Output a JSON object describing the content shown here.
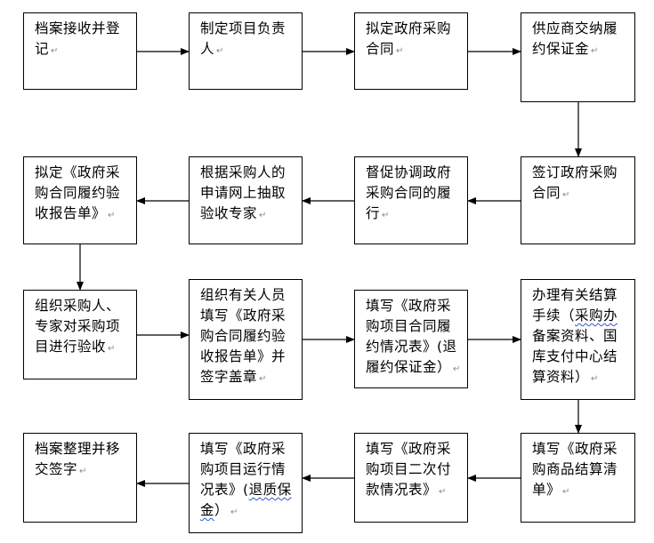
{
  "steps": [
    {
      "id": "s1",
      "text": "档案接收并登\n记",
      "wavy": ""
    },
    {
      "id": "s2",
      "text": "制定项目负责\n人",
      "wavy": ""
    },
    {
      "id": "s3",
      "text": "拟定政府采购\n合同",
      "wavy": ""
    },
    {
      "id": "s4",
      "text": "供应商交纳履\n约保证金",
      "wavy": ""
    },
    {
      "id": "s5",
      "text": "签订政府采购\n合同",
      "wavy": ""
    },
    {
      "id": "s6",
      "text": "督促协调政府\n采购合同的履\n行",
      "wavy": ""
    },
    {
      "id": "s7",
      "text": "根据采购人的\n申请网上抽取\n验收专家",
      "wavy": ""
    },
    {
      "id": "s8",
      "text": "拟定《政府采\n购合同履约验\n收报告单》",
      "wavy": ""
    },
    {
      "id": "s9",
      "text": "组织采购人、\n专家对采购项\n目进行验收",
      "wavy": ""
    },
    {
      "id": "s10",
      "text": "组织有关人员\n填写《政府采\n购合同履约验\n收报告单》并\n签字盖章",
      "wavy": ""
    },
    {
      "id": "s11",
      "text": "填写《政府采\n购项目合同履\n约情况表》(退\n履约保证金）",
      "wavy": ""
    },
    {
      "id": "s12",
      "text": "办理有关结算\n手续（",
      "wavy": "采购办",
      "after": "\n备案资料、国\n库支付中心结\n算资料）"
    },
    {
      "id": "s13",
      "text": "填写《政府采\n购商品结算清\n单》",
      "wavy": ""
    },
    {
      "id": "s14",
      "text": "填写《政府采\n购项目二次付\n款情况表》",
      "wavy": ""
    },
    {
      "id": "s15",
      "text": "填写《政府采\n购项目运行情\n况表》(",
      "wavy": "退质保",
      "after": "\n",
      "wavy2": "金",
      "after2": "）"
    },
    {
      "id": "s16",
      "text": "档案整理并移\n交签字",
      "wavy": ""
    }
  ],
  "paragraph_mark": "↵",
  "connections": [
    [
      "s1",
      "s2"
    ],
    [
      "s2",
      "s3"
    ],
    [
      "s3",
      "s4"
    ],
    [
      "s4",
      "s5"
    ],
    [
      "s5",
      "s6"
    ],
    [
      "s6",
      "s7"
    ],
    [
      "s7",
      "s8"
    ],
    [
      "s8",
      "s9"
    ],
    [
      "s9",
      "s10"
    ],
    [
      "s10",
      "s11"
    ],
    [
      "s11",
      "s12"
    ],
    [
      "s12",
      "s13"
    ],
    [
      "s13",
      "s14"
    ],
    [
      "s14",
      "s15"
    ],
    [
      "s15",
      "s16"
    ]
  ]
}
